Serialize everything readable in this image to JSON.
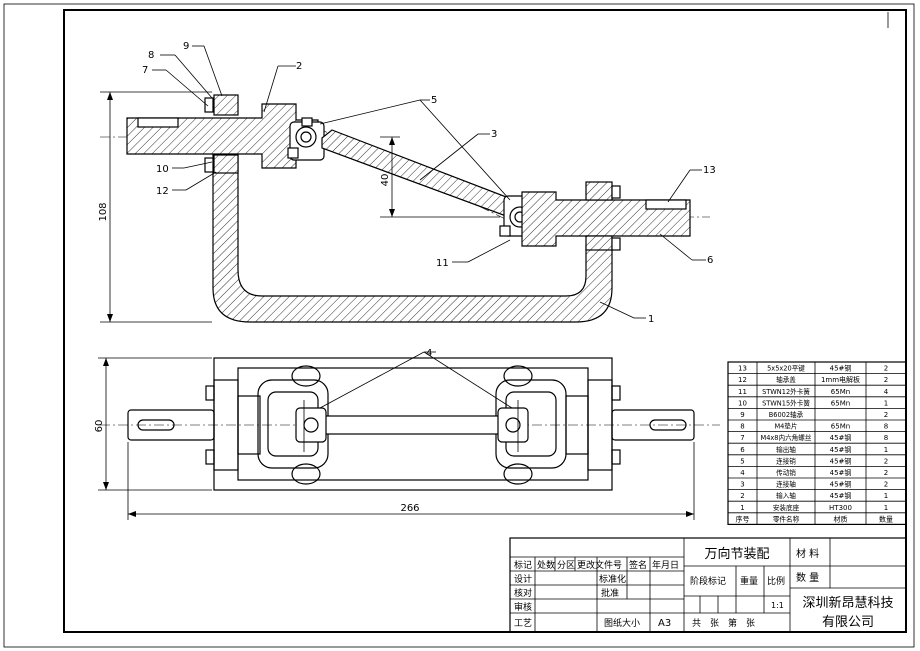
{
  "dimensions": {
    "height_total": "108",
    "offset": "40",
    "width_plan": "60",
    "length_plan": "266"
  },
  "callouts": [
    "1",
    "2",
    "3",
    "4",
    "5",
    "6",
    "7",
    "8",
    "9",
    "10",
    "11",
    "12",
    "13"
  ],
  "bom": {
    "rows": [
      {
        "no": "13",
        "name": "5x5x20平键",
        "material": "45#钢",
        "qty": "2"
      },
      {
        "no": "12",
        "name": "轴承盖",
        "material": "1mm电解板",
        "qty": "2"
      },
      {
        "no": "11",
        "name": "STWN12外卡簧",
        "material": "65Mn",
        "qty": "4"
      },
      {
        "no": "10",
        "name": "STWN15外卡簧",
        "material": "65Mn",
        "qty": "1"
      },
      {
        "no": "9",
        "name": "B6002轴承",
        "material": "",
        "qty": "2"
      },
      {
        "no": "8",
        "name": "M4垫片",
        "material": "65Mn",
        "qty": "8"
      },
      {
        "no": "7",
        "name": "M4x8内六角螺丝",
        "material": "45#钢",
        "qty": "8"
      },
      {
        "no": "6",
        "name": "输出轴",
        "material": "45#钢",
        "qty": "1"
      },
      {
        "no": "5",
        "name": "连接销",
        "material": "45#钢",
        "qty": "2"
      },
      {
        "no": "4",
        "name": "传动销",
        "material": "45#钢",
        "qty": "2"
      },
      {
        "no": "3",
        "name": "连接轴",
        "material": "45#钢",
        "qty": "2"
      },
      {
        "no": "2",
        "name": "输入轴",
        "material": "45#钢",
        "qty": "1"
      },
      {
        "no": "1",
        "name": "安装底座",
        "material": "HT300",
        "qty": "1"
      }
    ],
    "header": {
      "no": "序号",
      "name": "零件名称",
      "material": "材质",
      "qty": "数量"
    }
  },
  "title_block": {
    "cols": [
      "标记",
      "处数",
      "分区",
      "更改文件号",
      "签名",
      "年月日"
    ],
    "row_labels": [
      "设计",
      "核对",
      "审核",
      "工艺"
    ],
    "std": "标准化",
    "approve": "批准",
    "paper": "图纸大小",
    "paper_val": "A3",
    "title": "万向节装配",
    "stage": "阶段标记",
    "weight": "重量",
    "scale": "比例",
    "scale_val": "1:1",
    "sheets": "共　张　第　张",
    "material": "材 料",
    "quantity": "数 量",
    "company1": "深圳新昂慧科技",
    "company2": "有限公司"
  }
}
